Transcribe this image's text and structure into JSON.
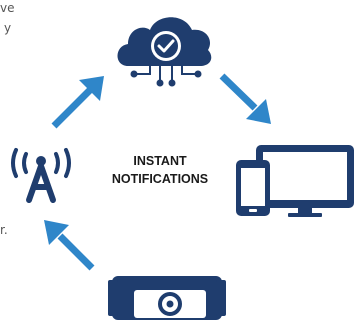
{
  "diagram": {
    "center_label_line1": "INSTANT",
    "center_label_line2": "NOTIFICATIONS",
    "clipped_text": [
      "ve",
      "y",
      "r."
    ],
    "colors": {
      "icon_navy": "#1f3d6e",
      "arrow_blue": "#2f86c9",
      "text_dark": "#1a1a1a"
    },
    "nodes": [
      "cloud-check-icon",
      "devices-icon",
      "camera-icon",
      "antenna-icon"
    ]
  }
}
